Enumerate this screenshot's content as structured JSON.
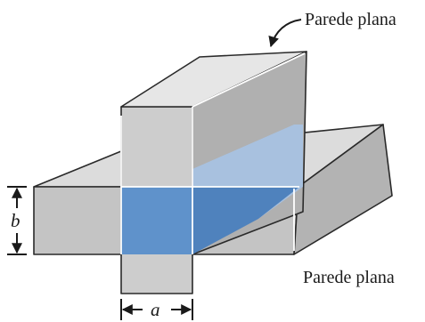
{
  "labels": {
    "top_wall": "Parede plana",
    "bottom_wall": "Parede plana"
  },
  "dimensions": {
    "height_symbol": "b",
    "width_symbol": "a"
  },
  "colors": {
    "wall_gray": "#cbcbcb",
    "wall_face_dark": "#a9a9a9",
    "wall_top_light": "#e4e4e4",
    "intersection_blue": "#5f92cb",
    "intersection_blue_light": "#a8c2e2",
    "outline": "#2a2a2a"
  }
}
